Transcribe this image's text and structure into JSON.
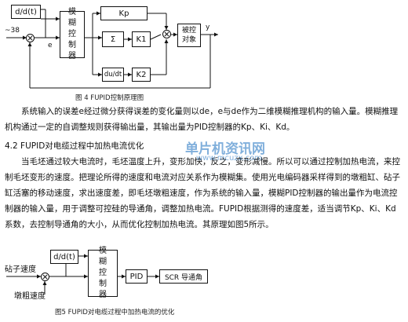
{
  "figure4": {
    "blocks": {
      "dd": "d/d(t)",
      "fuzzy": "模\n糊\n控\n制\n器",
      "kp": "Kp",
      "sigma": "Σ",
      "k1": "K1",
      "dudt": "du/dt",
      "k2": "K2",
      "plant": "被控\n对象"
    },
    "input_label": "~38",
    "error_label": "e",
    "output_label": "y",
    "caption": "图 4 FUPID控制原理图"
  },
  "para1": "系统输入的误差e经过微分获得误差的变化量则以de，e与de作为二维模糊推理机构的输入量。模糊推理机构通过一定的自调整规则获得输出量，其输出量为PID控制器的Kp、Ki、Kd。",
  "section_heading": "4.2 FUPID对电缆过程中加热电流优化",
  "para2": "当毛坯通过较大电流时，毛坯温度上升，变形加快，反之，变形减慢。所以可以通过控制加热电流，来控制毛坯变形的速度。把理论所得的速度和电流对应关系作为模糊集。使用光电编码器采样得到的墩粗缸、砧子缸活塞的移动速度，求出速度差，即毛坯墩粗速度，作为系统的输入量，模糊PID控制器的输出量作为电流控制器的输入量，用于调整可控硅的导通角，调整加热电流。FUPID根据测得的速度差，适当调节Kp、Ki、Kd系数，去控制导通角的大小，从而优化控制加热电流。其原理如图5所示。",
  "watermark": {
    "title": "单片机资讯网",
    "url": "www.mcuzx.com"
  },
  "figure5": {
    "blocks": {
      "dd": "d/d(t)",
      "fuzzy": "模\n糊\n控\n制\n器",
      "pid": "PID",
      "scr": "SCR 导通角"
    },
    "input_top": "砧子速度",
    "input_bottom": "墩粗速度",
    "caption": "图5 FUPID对电缆过程中加热电流的优化"
  }
}
